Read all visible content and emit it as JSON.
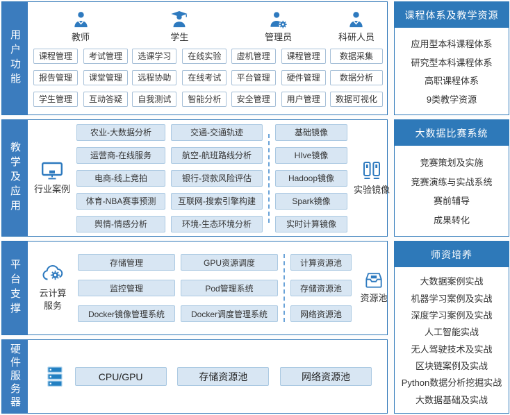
{
  "colors": {
    "accent": "#2f77b8",
    "side_bar": "#3b7cbe",
    "panel_header": "#2e79b9",
    "chip_fill": "#d8e6f3",
    "icon_blue": "#2e7abf"
  },
  "s1": {
    "label": "用户功能",
    "groups": [
      {
        "name": "教师",
        "buttons": [
          "课程管理",
          "考试管理",
          "报告管理",
          "课堂管理",
          "学生管理",
          "互动答疑"
        ]
      },
      {
        "name": "学生",
        "buttons": [
          "选课学习",
          "在线实验",
          "远程协助",
          "在线考试",
          "自我测试",
          "智能分析"
        ]
      },
      {
        "name": "管理员",
        "buttons": [
          "虚机管理",
          "课程管理",
          "平台管理",
          "硬件管理",
          "安全管理",
          "用户管理"
        ]
      },
      {
        "name": "科研人员",
        "buttons": [
          "数据采集",
          "数据分析",
          "数据可视化"
        ]
      }
    ]
  },
  "s2": {
    "label": "教学及应用",
    "category_label": "行业案例",
    "col1": [
      "农业-大数据分析",
      "运营商-在线服务",
      "电商-线上竞拍",
      "体育-NBA赛事预测",
      "舆情-情感分析"
    ],
    "col2": [
      "交通-交通轨迹",
      "航空-航班路线分析",
      "银行-贷款风险评估",
      "互联网-搜索引擎构建",
      "环境-生态环境分析"
    ],
    "col3": [
      "基础镜像",
      "HIve镜像",
      "Hadoop镜像",
      "Spark镜像",
      "实时计算镜像"
    ],
    "right_label": "实验镜像"
  },
  "s3": {
    "label": "平台支撑",
    "category_label": "云计算服务",
    "col1": [
      "存储管理",
      "监控管理",
      "Docker镜像管理系统"
    ],
    "col2": [
      "GPU资源调度",
      "Pod管理系统",
      "Docker调度管理系统"
    ],
    "col3": [
      "计算资源池",
      "存储资源池",
      "网络资源池"
    ],
    "right_label": "资源池"
  },
  "s4": {
    "label": "硬件服务器",
    "buttons": [
      "CPU/GPU",
      "存储资源池",
      "网络资源池"
    ]
  },
  "panels": [
    {
      "title": "课程体系及教学资源",
      "items": [
        "应用型本科课程体系",
        "研究型本科课程体系",
        "高职课程体系",
        "9类教学资源"
      ]
    },
    {
      "title": "大数据比赛系统",
      "items": [
        "竞赛策划及实施",
        "竞赛演练与实战系统",
        "赛前辅导",
        "成果转化"
      ]
    },
    {
      "title": "师资培养",
      "items": [
        "大数据案例实战",
        "机器学习案例及实战",
        "深度学习案例及实战",
        "人工智能实战",
        "无人驾驶技术及实战",
        "区块链案例及实战",
        "Python数据分析挖掘实战",
        "大数据基础及实战"
      ]
    }
  ]
}
